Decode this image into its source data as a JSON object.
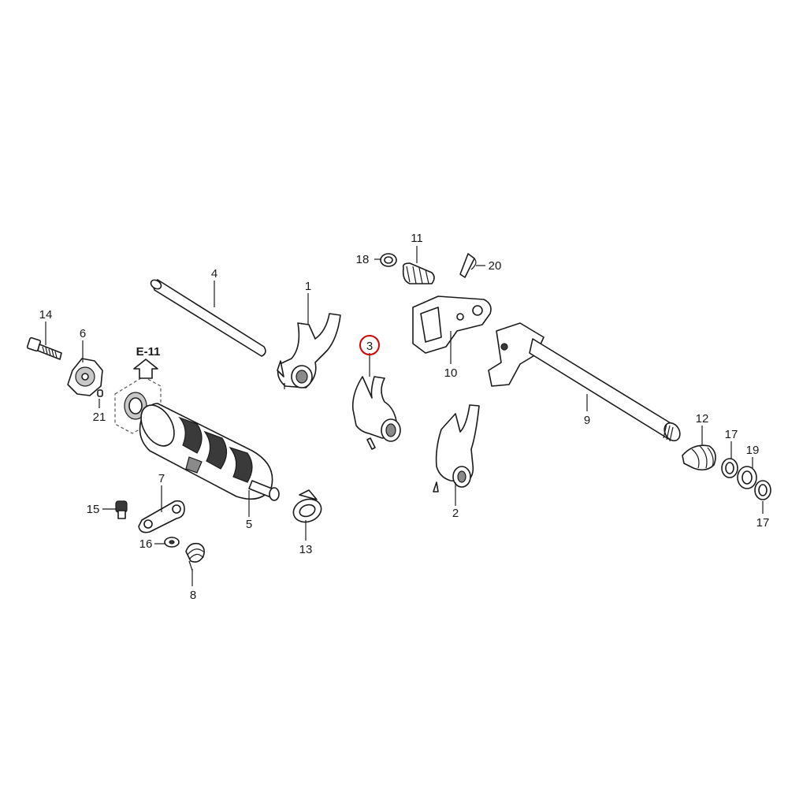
{
  "reference": {
    "label": "E-11"
  },
  "highlighted_part": "3",
  "callouts": {
    "p1": "1",
    "p2": "2",
    "p3": "3",
    "p4": "4",
    "p5": "5",
    "p6": "6",
    "p8": "8",
    "p7": "7",
    "p9": "9",
    "p10": "10",
    "p11": "11",
    "p12": "12",
    "p13": "13",
    "p14": "14",
    "p15": "15",
    "p16": "16",
    "p17a": "17",
    "p17b": "17",
    "p18": "18",
    "p19": "19",
    "p20": "20",
    "p21": "21"
  }
}
